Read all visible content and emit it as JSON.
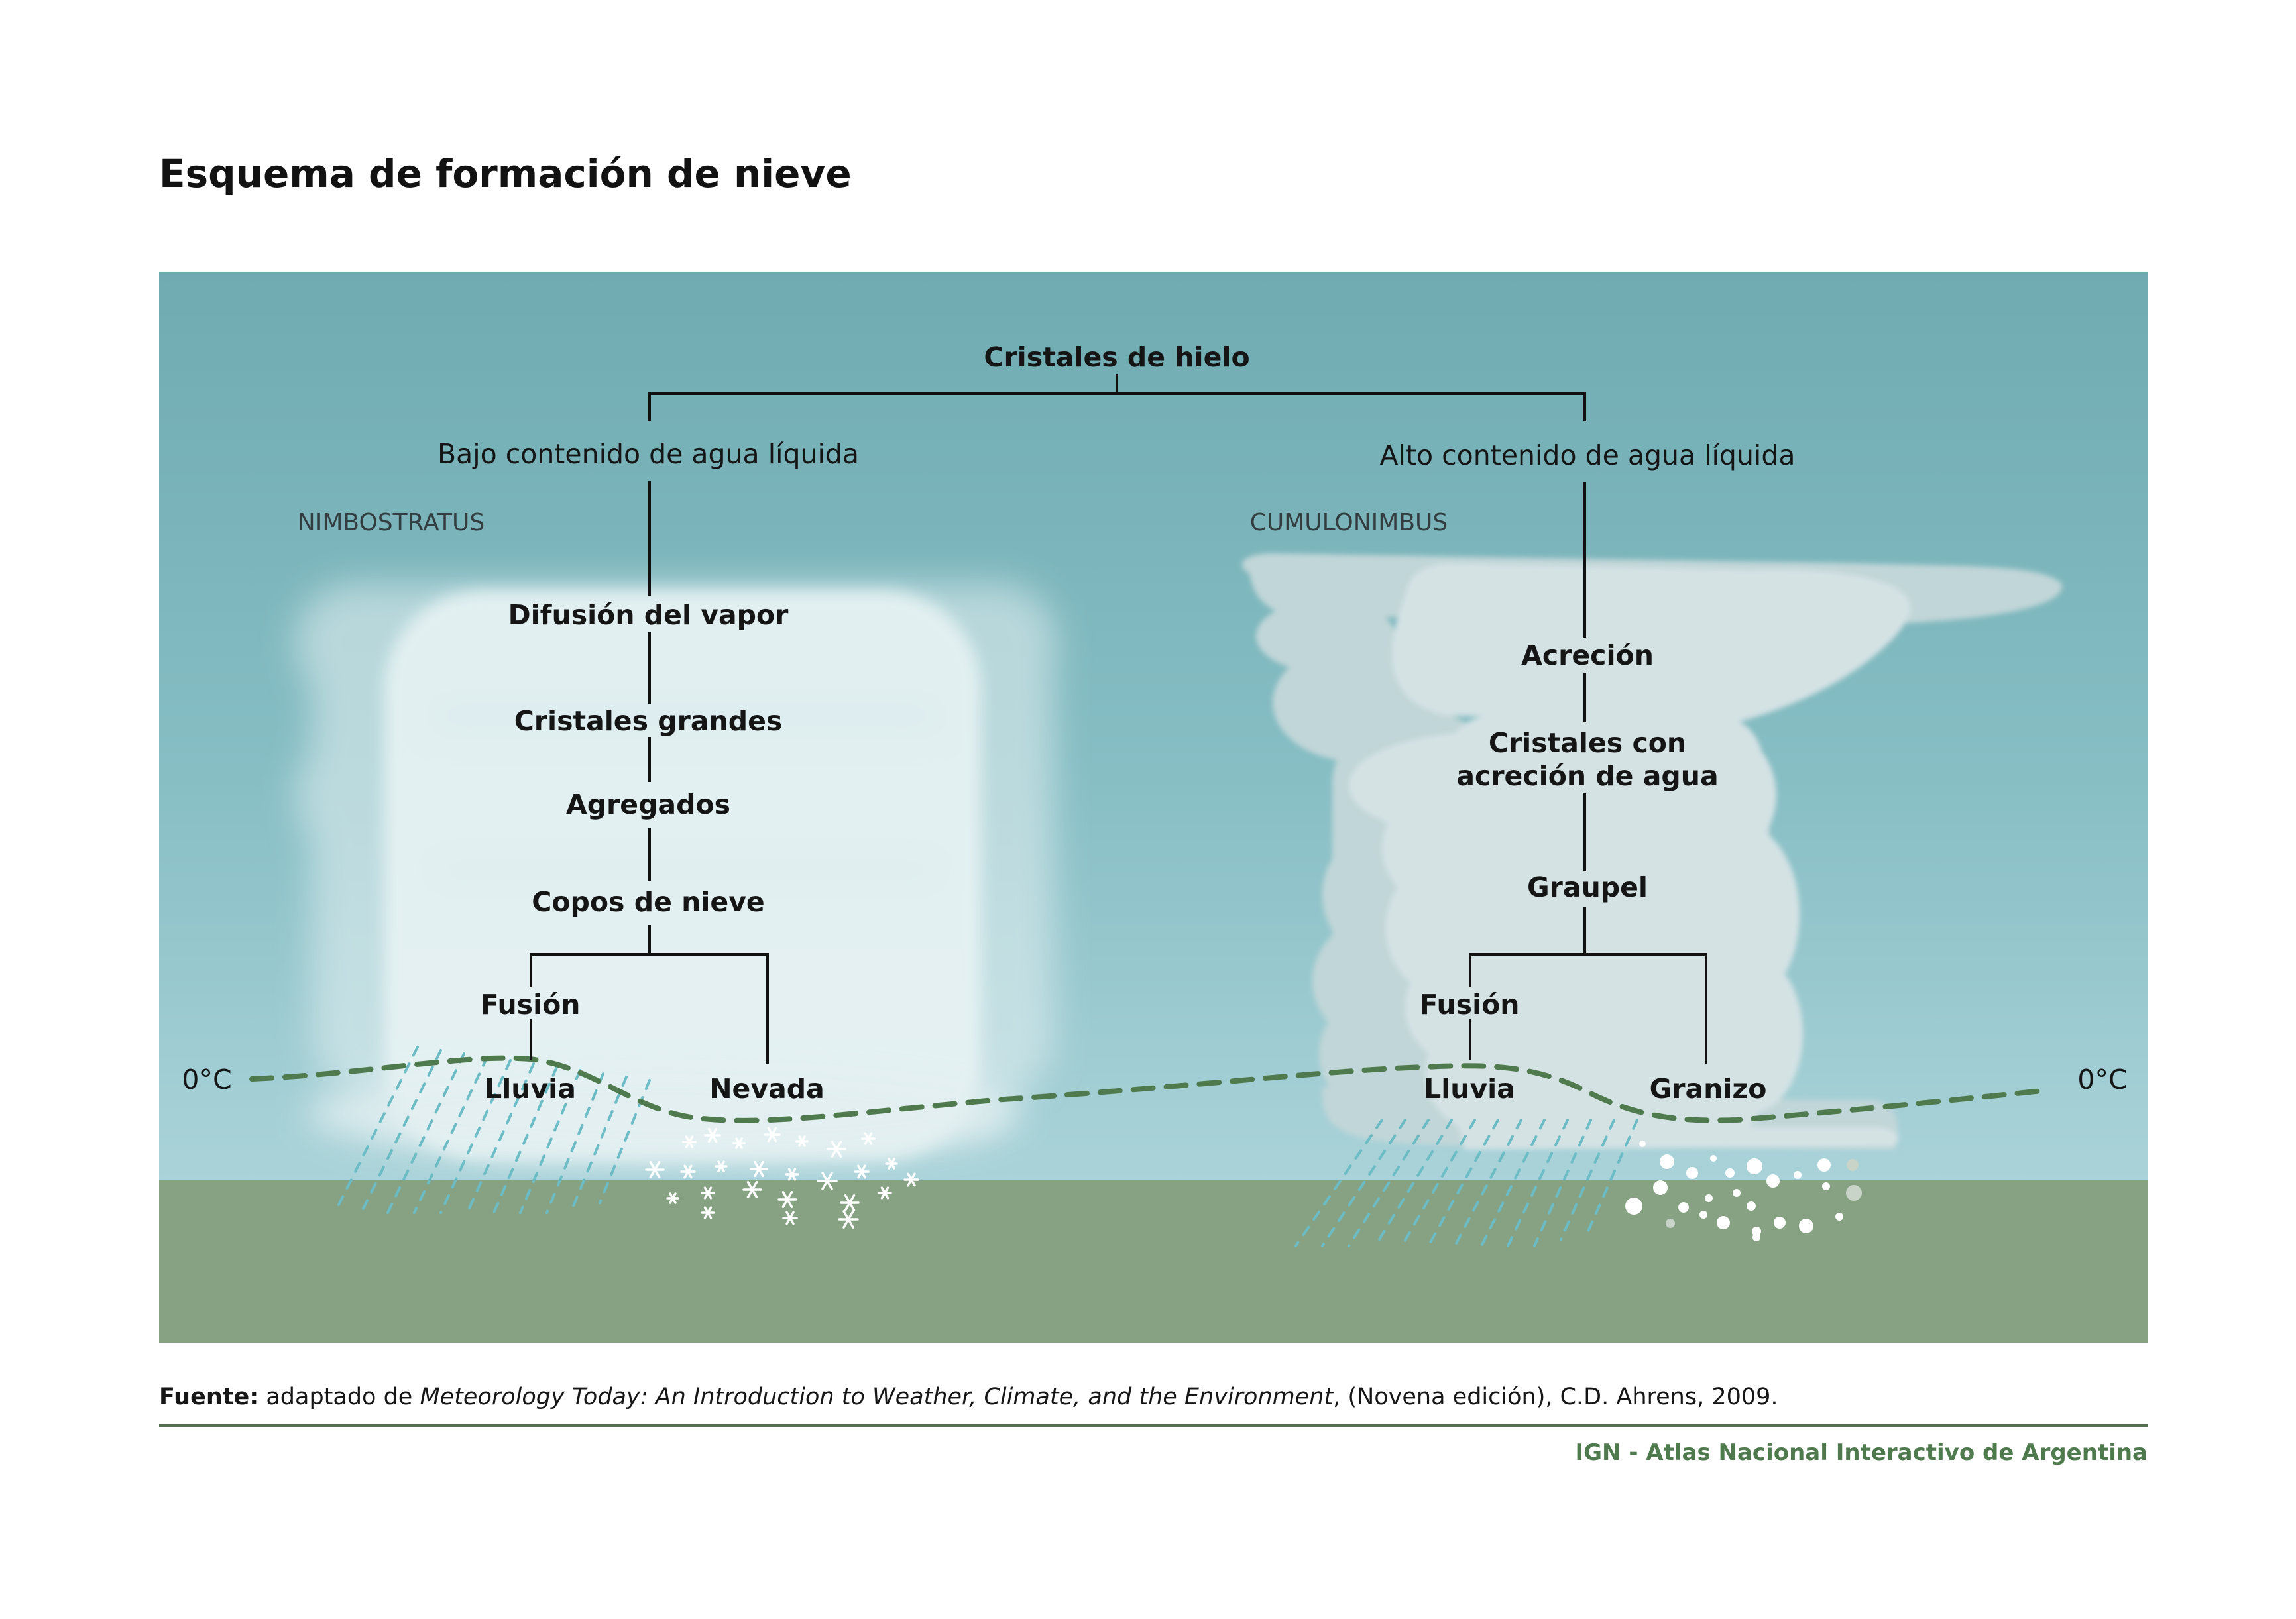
{
  "title": "Esquema de formación de nieve",
  "colors": {
    "sky_top": "#6fabb1",
    "sky_bottom": "#a9d2d8",
    "ground": "#87a283",
    "nimbostratus_cloud": "#e6f1f3",
    "cumulonimbus_cloud": "#d3e1e3",
    "freezing_line": "#4f7a4d",
    "rain": "#6cbcc6",
    "tree_lines": "#111111",
    "credit": "#4f7a4d"
  },
  "diagram": {
    "root": "Cristales de hielo",
    "left_branch": {
      "condition": "Bajo contenido de agua líquida",
      "cloud_type": "NIMBOSTRATUS",
      "steps": [
        "Difusión del vapor",
        "Cristales grandes",
        "Agregados",
        "Copos de nieve"
      ],
      "split": {
        "left": "Fusión",
        "left_outcome": "Lluvia",
        "right_outcome": "Nevada"
      }
    },
    "right_branch": {
      "condition": "Alto contenido de agua líquida",
      "cloud_type": "CUMULONIMBUS",
      "steps": [
        "Acreción",
        "Cristales con",
        "acreción de agua",
        "Graupel"
      ],
      "split": {
        "left": "Fusión",
        "left_outcome": "Lluvia",
        "right_outcome": "Granizo"
      }
    },
    "freezing_level_left": "0°C",
    "freezing_level_right": "0°C",
    "precipitation_icons": [
      "rain",
      "snowflake",
      "rain",
      "hail"
    ]
  },
  "source": {
    "label": "Fuente:",
    "prefix": " adaptado de ",
    "book_title": "Meteorology Today: An Introduction to Weather, Climate, and the Environment",
    "suffix": ", (Novena edición), C.D. Ahrens, 2009."
  },
  "credit": "IGN - Atlas Nacional Interactivo de Argentina"
}
